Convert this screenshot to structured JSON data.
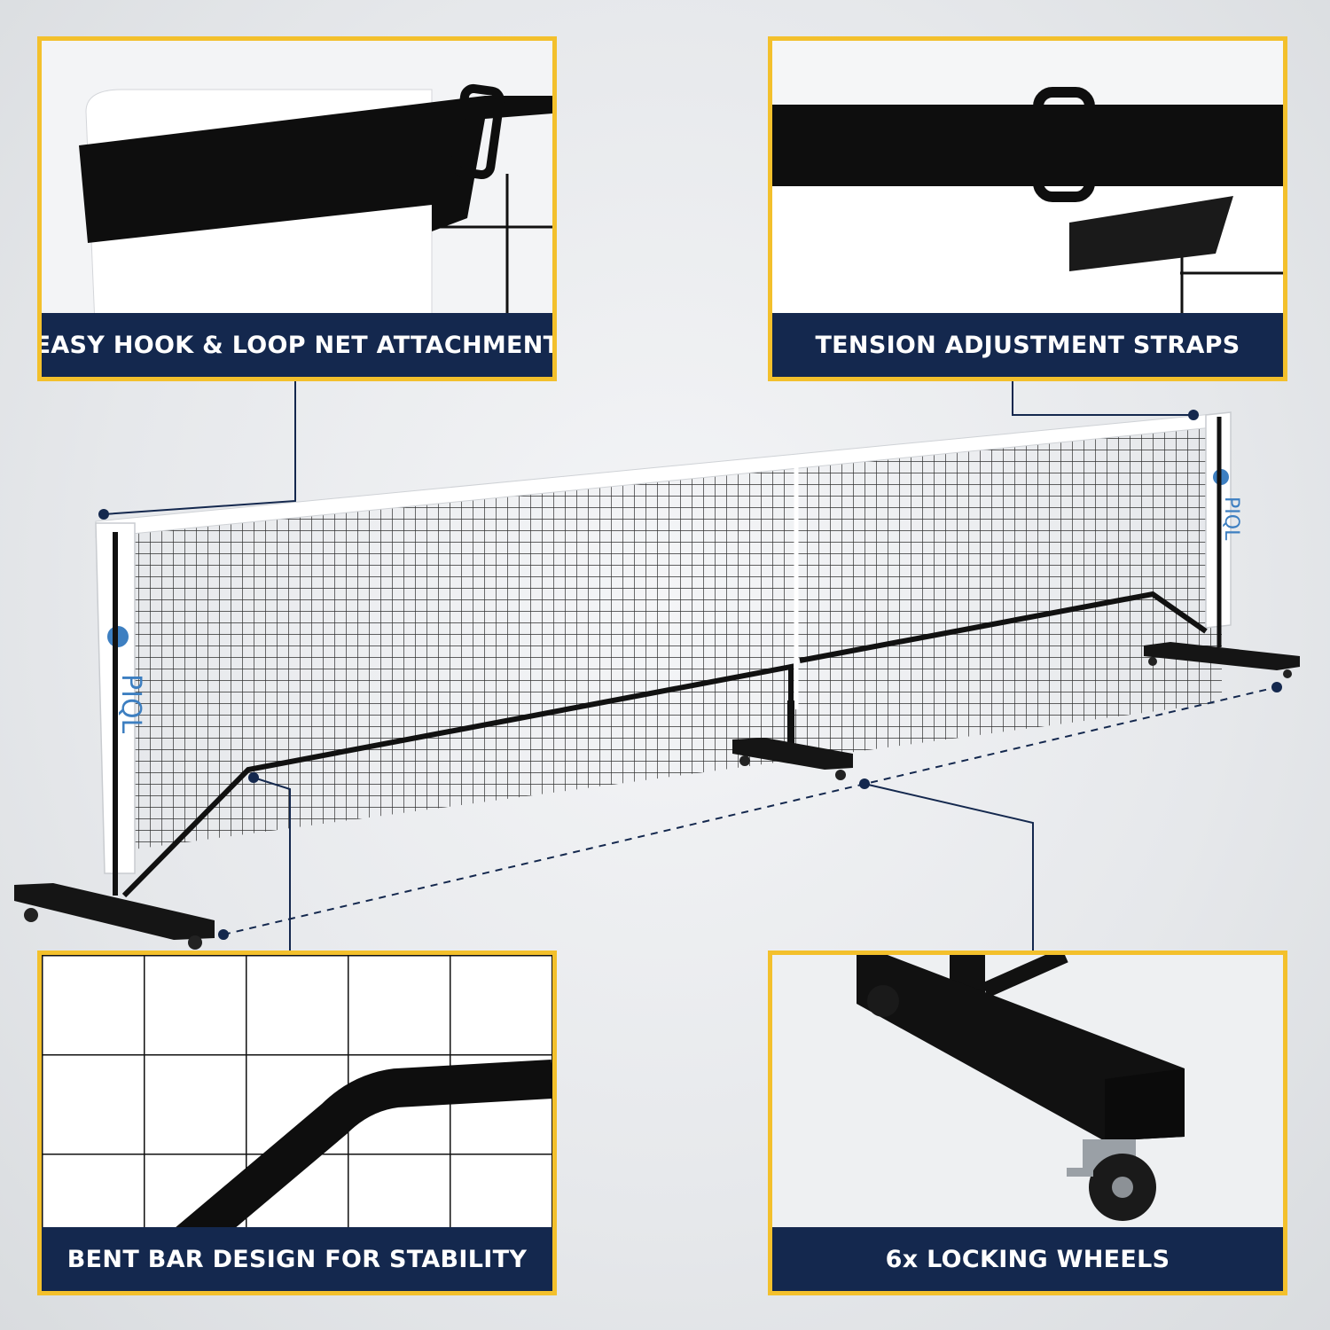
{
  "brand": {
    "logo_text": "PIQL"
  },
  "features": [
    {
      "caption": "EASY HOOK & LOOP NET ATTACHMENT"
    },
    {
      "caption": "TENSION ADJUSTMENT STRAPS"
    },
    {
      "caption": "BENT BAR DESIGN FOR STABILITY"
    },
    {
      "caption": "6x LOCKING WHEELS"
    }
  ],
  "colors": {
    "panel_border": "#f3c02c",
    "caption_background": "#14284e",
    "caption_text": "#ffffff",
    "frame": "#111111",
    "logo_blue": "#3d7fc1"
  }
}
